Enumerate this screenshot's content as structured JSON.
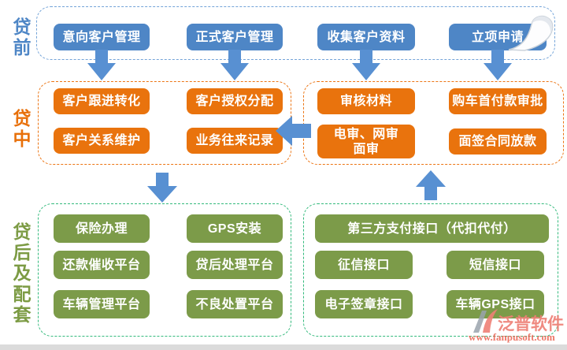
{
  "labels": {
    "pre": "贷前",
    "mid": "贷中",
    "post": "贷后及配套"
  },
  "pre": {
    "boxes": [
      "意向客户管理",
      "正式客户管理",
      "收集客户资料",
      "立项申请"
    ]
  },
  "mid": {
    "left": [
      "客户跟进转化",
      "客户授权分配",
      "客户关系维护",
      "业务往来记录"
    ],
    "right": [
      "审核材料",
      "购车首付款审批",
      "电审、网审\n面审",
      "面签合同放款"
    ]
  },
  "post": {
    "left": [
      "保险办理",
      "GPS安装",
      "还款催收平台",
      "贷后处理平台",
      "车辆管理平台",
      "不良处置平台"
    ],
    "right": [
      "第三方支付接口（代扣代付）",
      "征信接口",
      "短信接口",
      "电子签章接口",
      "车辆GPS接口"
    ]
  },
  "watermark": {
    "brand": "泛普软件",
    "url": "www.fanpusoft.com"
  },
  "colors": {
    "node_blue": "#4e86c6",
    "node_orange": "#e9730d",
    "node_olive": "#7c9b49",
    "dash_blue": "#73a3d8",
    "dash_orange": "#ec7514",
    "dash_green": "#33ba7c",
    "label_blue": "#4e86c6",
    "label_orange": "#e8700a",
    "label_olive": "#7c9b44",
    "arrow_blue": "#5890d2",
    "watermark_salmon": "#ee8076"
  }
}
